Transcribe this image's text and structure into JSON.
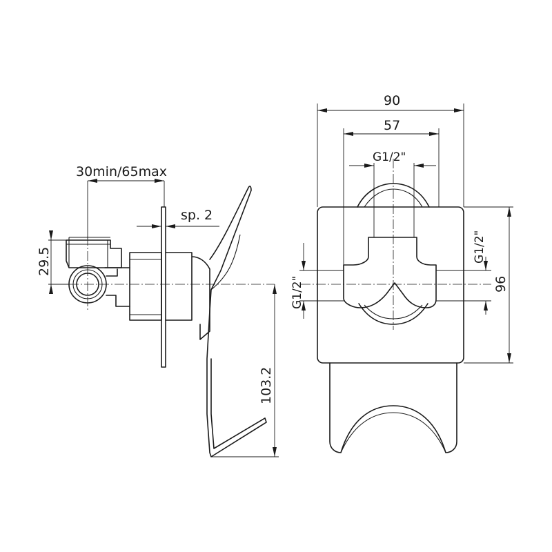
{
  "side_view": {
    "depth_label": "30min/65max",
    "plate_label": "sp. 2",
    "pipe_offset_label": "29.5",
    "lever_height_label": "103.2"
  },
  "front_view": {
    "width_label": "90",
    "inner_width_label": "57",
    "top_thread_label": "G1/2\"",
    "height_label": "96",
    "right_thread_label": "G1/2\"",
    "left_thread_label": "G1/2\""
  }
}
